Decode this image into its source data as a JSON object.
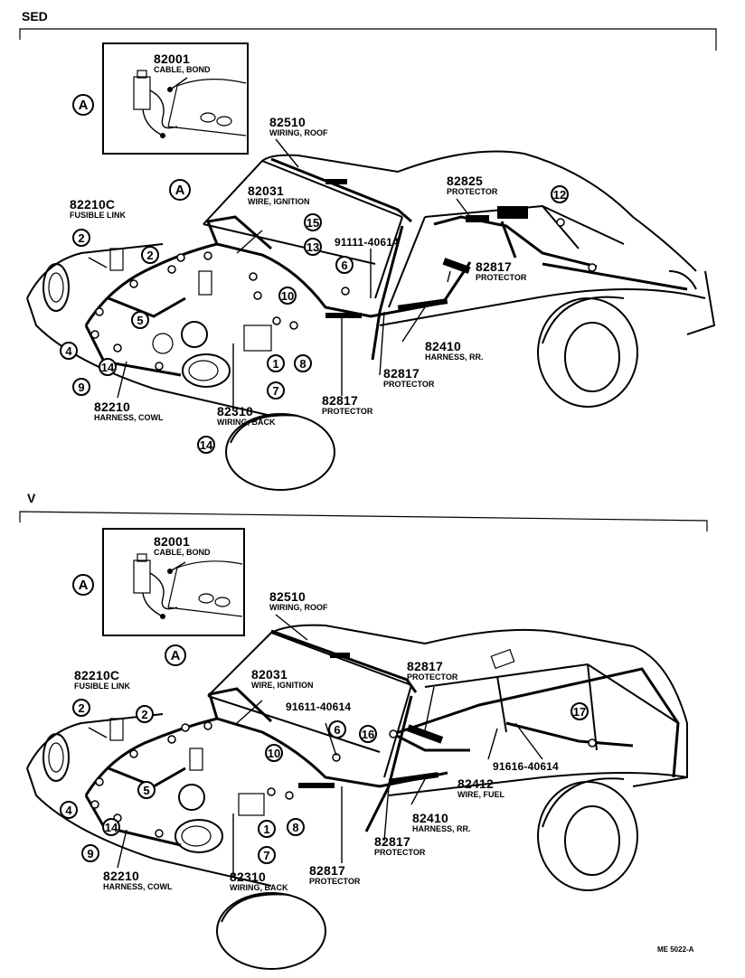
{
  "sections": [
    {
      "id": "sed",
      "title": "SED",
      "inset_callout": "A",
      "labels": [
        {
          "num": "82001",
          "desc": "CABLE, BOND"
        },
        {
          "num": "82510",
          "desc": "WIRING, ROOF"
        },
        {
          "num": "82825",
          "desc": "PROTECTOR"
        },
        {
          "num": "82210C",
          "desc": "FUSIBLE LINK"
        },
        {
          "num": "82031",
          "desc": "WIRE, IGNITION"
        },
        {
          "num": "91111-40614",
          "desc": ""
        },
        {
          "num": "82817",
          "desc": "PROTECTOR"
        },
        {
          "num": "82410",
          "desc": "HARNESS, RR."
        },
        {
          "num": "82817",
          "desc": "PROTECTOR"
        },
        {
          "num": "82817",
          "desc": "PROTECTOR"
        },
        {
          "num": "82210",
          "desc": "HARNESS, COWL"
        },
        {
          "num": "82310",
          "desc": "WIRING, BACK"
        }
      ],
      "callouts": [
        "A",
        "2",
        "2",
        "5",
        "4",
        "14",
        "9",
        "15",
        "13",
        "6",
        "10",
        "12",
        "1",
        "8",
        "7",
        "14"
      ]
    },
    {
      "id": "v",
      "title": "V",
      "inset_callout": "A",
      "labels": [
        {
          "num": "82001",
          "desc": "CABLE, BOND"
        },
        {
          "num": "82510",
          "desc": "WIRING, ROOF"
        },
        {
          "num": "82210C",
          "desc": "FUSIBLE LINK"
        },
        {
          "num": "82031",
          "desc": "WIRE, IGNITION"
        },
        {
          "num": "91611-40614",
          "desc": ""
        },
        {
          "num": "82817",
          "desc": "PROTECTOR"
        },
        {
          "num": "91616-40614",
          "desc": ""
        },
        {
          "num": "82412",
          "desc": "WIRE, FUEL"
        },
        {
          "num": "82410",
          "desc": "HARNESS, RR."
        },
        {
          "num": "82817",
          "desc": "PROTECTOR"
        },
        {
          "num": "82817",
          "desc": "PROTECTOR"
        },
        {
          "num": "82210",
          "desc": "HARNESS, COWL"
        },
        {
          "num": "82310",
          "desc": "WIRING, BACK"
        }
      ],
      "callouts": [
        "A",
        "2",
        "2",
        "5",
        "4",
        "14",
        "9",
        "10",
        "6",
        "16",
        "17",
        "1",
        "8",
        "7"
      ]
    }
  ],
  "drawing_code": "ME 5022-A"
}
